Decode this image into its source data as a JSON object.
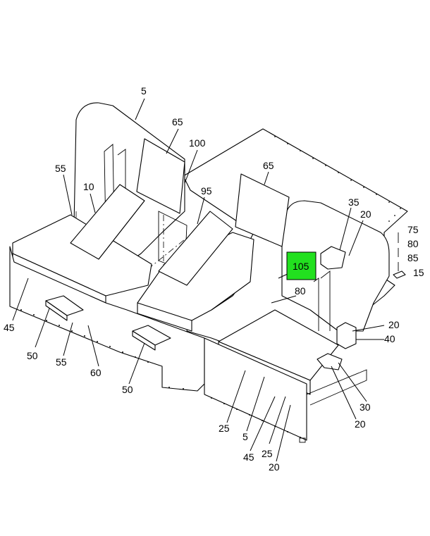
{
  "colors": {
    "highlight": "#22e01f",
    "line": "#000000",
    "background": "#ffffff"
  },
  "callouts": [
    {
      "id": "c5a",
      "text": "5"
    },
    {
      "id": "c65a",
      "text": "65"
    },
    {
      "id": "c100",
      "text": "100"
    },
    {
      "id": "c55a",
      "text": "55"
    },
    {
      "id": "c10",
      "text": "10"
    },
    {
      "id": "c95",
      "text": "95"
    },
    {
      "id": "c65b",
      "text": "65"
    },
    {
      "id": "c35",
      "text": "35"
    },
    {
      "id": "c20a",
      "text": "20"
    },
    {
      "id": "c75",
      "text": "75"
    },
    {
      "id": "c80a",
      "text": "80"
    },
    {
      "id": "c85",
      "text": "85"
    },
    {
      "id": "c15",
      "text": "15"
    },
    {
      "id": "c105",
      "text": "105"
    },
    {
      "id": "c80b",
      "text": "80"
    },
    {
      "id": "c45a",
      "text": "45"
    },
    {
      "id": "c50a",
      "text": "50"
    },
    {
      "id": "c55b",
      "text": "55"
    },
    {
      "id": "c60",
      "text": "60"
    },
    {
      "id": "c50b",
      "text": "50"
    },
    {
      "id": "c20b",
      "text": "20"
    },
    {
      "id": "c40",
      "text": "40"
    },
    {
      "id": "c30",
      "text": "30"
    },
    {
      "id": "c20c",
      "text": "20"
    },
    {
      "id": "c25a",
      "text": "25"
    },
    {
      "id": "c5b",
      "text": "5"
    },
    {
      "id": "c45b",
      "text": "45"
    },
    {
      "id": "c25b",
      "text": "25"
    },
    {
      "id": "c20d",
      "text": "20"
    }
  ]
}
